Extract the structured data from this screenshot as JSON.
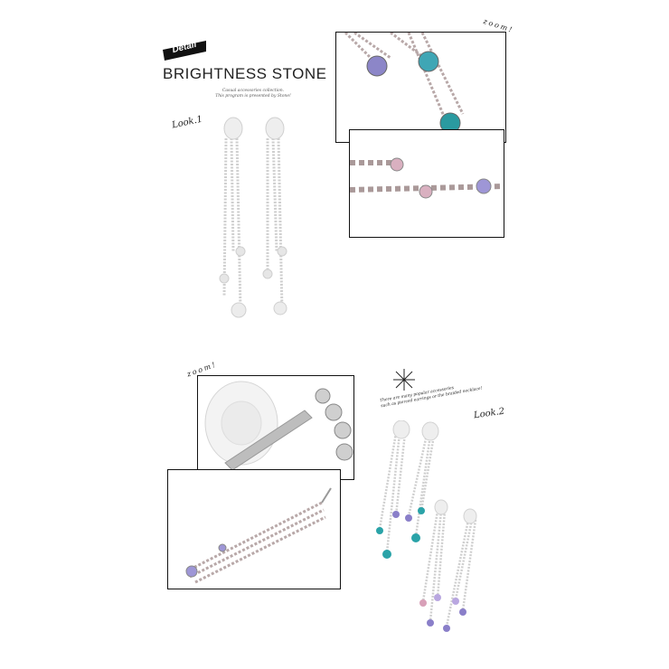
{
  "header": {
    "tag_label": "Detail",
    "title": "BRIGHTNESS STONE",
    "subtitle_line1": "Casual accessories collection.",
    "subtitle_line2": "This program is presented by Stone!"
  },
  "labels": {
    "look1": "Look.1",
    "look2": "Look.2",
    "zoom_top": "zoom!",
    "zoom_bottom": "zoom!"
  },
  "note": {
    "line1": "There are many popular accessories",
    "line2": "such as pierced earrings or the braided necklace!"
  },
  "colors": {
    "tag_fill": "#111111",
    "frame": "#111111",
    "silver": "#c9c9c9",
    "teal": "#2aa3a8",
    "violet": "#8a7fc9",
    "pink": "#d8a0b8"
  }
}
